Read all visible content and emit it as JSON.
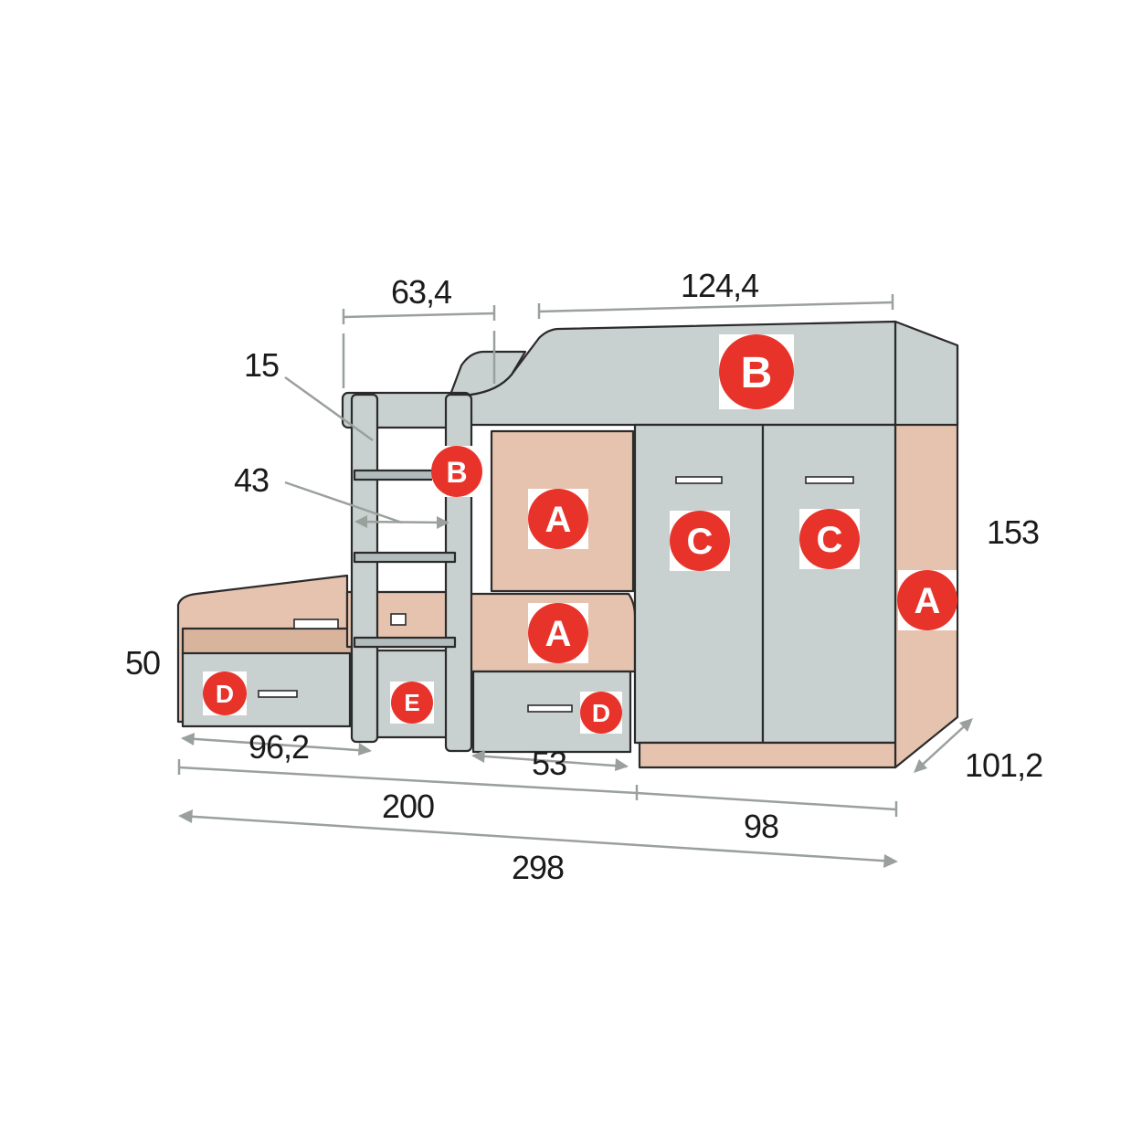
{
  "dimensions": {
    "top_ladder_width": "63,4",
    "top_cabinet_width": "124,4",
    "side_thickness": "15",
    "step_width": "43",
    "total_height": "153",
    "lower_bed_height": "50",
    "lower_bed_length": "96,2",
    "drawer_width": "53",
    "depth": "101,2",
    "bed_length": "200",
    "wardrobe_width": "98",
    "total_length": "298"
  },
  "badges": {
    "top_panel": "B",
    "ladder_side": "B",
    "back_panel": "A",
    "lower_headboard": "A",
    "wardrobe_door_left": "C",
    "wardrobe_door_right": "C",
    "wardrobe_side": "A",
    "drawer_left": "D",
    "ladder_step_box": "E",
    "drawer_right": "D"
  }
}
